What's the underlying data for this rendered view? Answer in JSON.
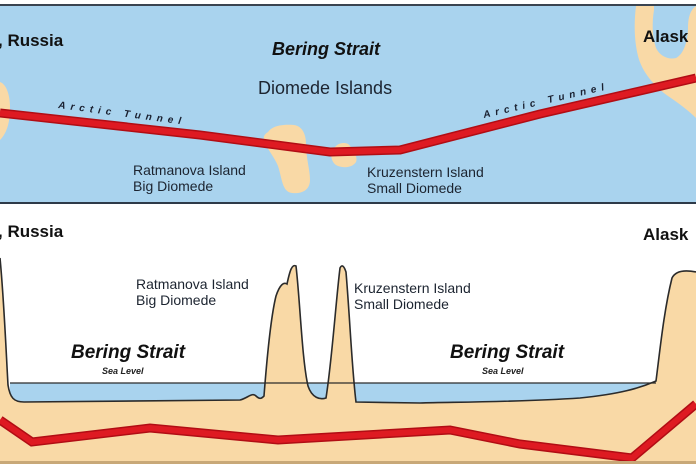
{
  "colors": {
    "water": "#a9d3ee",
    "land": "#f9d9a6",
    "tunnel": "#d8141c",
    "outline": "#2b2b2b",
    "background": "#ffffff",
    "frame": "#3a4450"
  },
  "map_view": {
    "russia_label": ", Russia",
    "alaska_label": "Alask",
    "strait_label": "Bering Strait",
    "islands_title": "Diomede Islands",
    "tunnel_label_left": "Arctic Tunnel",
    "tunnel_label_right": "Arctic Tunnel",
    "big_island": {
      "name": "Ratmanova Island",
      "alias": "Big Diomede"
    },
    "small_island": {
      "name": "Kruzenstern Island",
      "alias": "Small Diomede"
    }
  },
  "profile_view": {
    "russia_label": ", Russia",
    "alaska_label": "Alask",
    "strait_left": {
      "label": "Bering Strait",
      "sublabel": "Sea Level"
    },
    "strait_right": {
      "label": "Bering Strait",
      "sublabel": "Sea Level"
    },
    "big_island": {
      "name": "Ratmanova Island",
      "alias": "Big Diomede"
    },
    "small_island": {
      "name": "Kruzenstern Island",
      "alias": "Small Diomede"
    }
  }
}
